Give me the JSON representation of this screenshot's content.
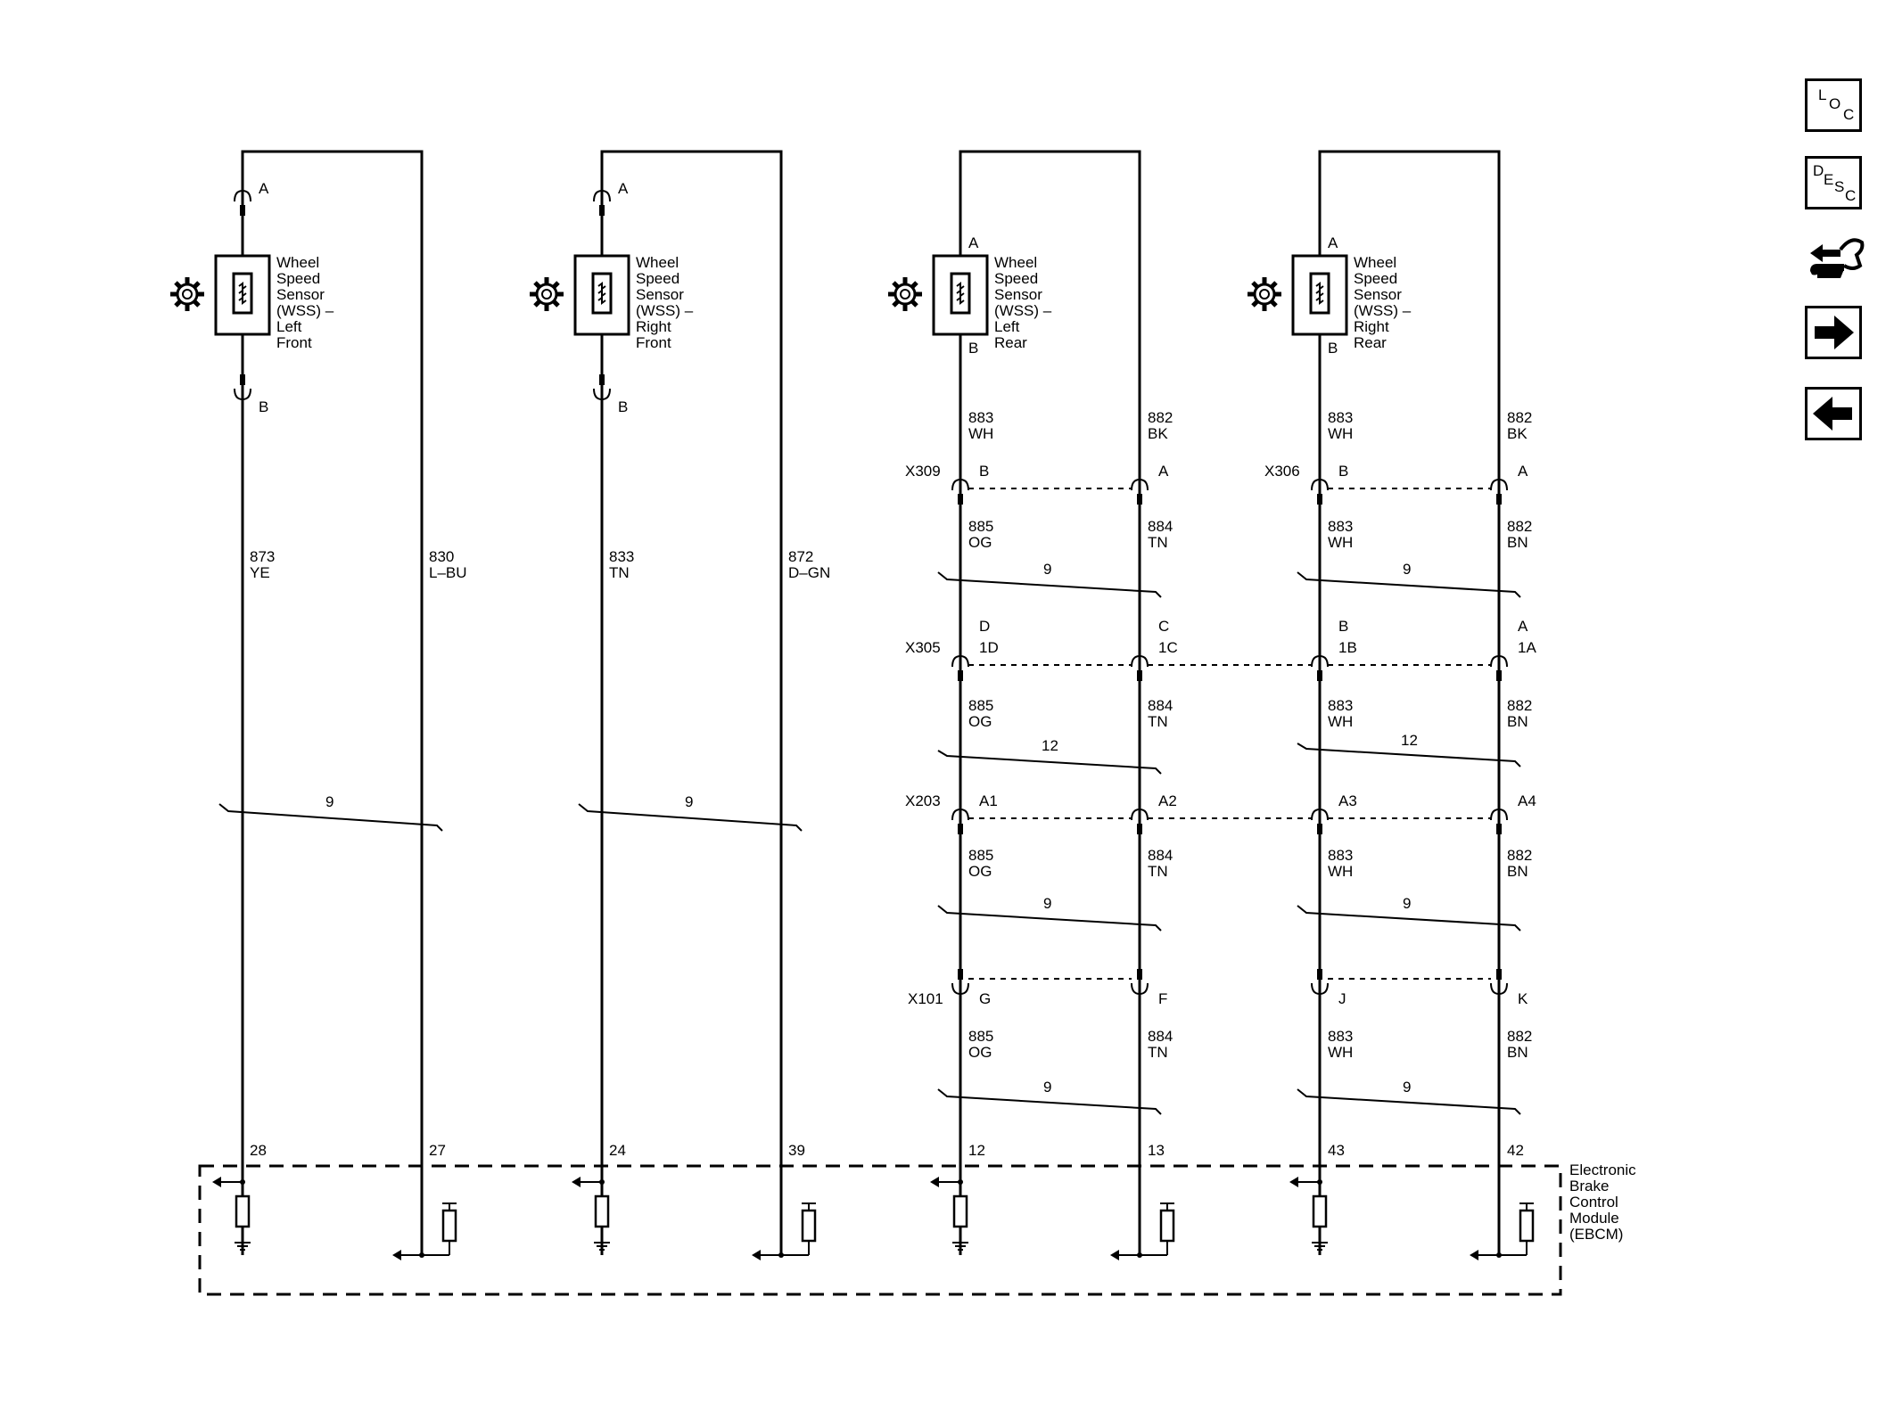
{
  "nav": {
    "loc": [
      "L",
      "O",
      "C"
    ],
    "desc": [
      "D",
      "E",
      "S",
      "C"
    ]
  },
  "sensors": [
    {
      "lines": [
        "Wheel",
        "Speed",
        "Sensor",
        "(WSS) –",
        "Left",
        "Front"
      ],
      "pin_top": "A",
      "pin_bottom": "B",
      "wire_left": [
        "873",
        "YE"
      ],
      "wire_right": [
        "830",
        "L–BU"
      ],
      "twist": "9",
      "pin_left": "28",
      "pin_right": "27"
    },
    {
      "lines": [
        "Wheel",
        "Speed",
        "Sensor",
        "(WSS) –",
        "Right",
        "Front"
      ],
      "pin_top": "A",
      "pin_bottom": "B",
      "wire_left": [
        "833",
        "TN"
      ],
      "wire_right": [
        "872",
        "D–GN"
      ],
      "twist": "9",
      "pin_left": "24",
      "pin_right": "39"
    },
    {
      "lines": [
        "Wheel",
        "Speed",
        "Sensor",
        "(WSS) –",
        "Left",
        "Rear"
      ],
      "pin_top": "A",
      "pin_bottom": "B",
      "pin_left": "12",
      "pin_right": "13"
    },
    {
      "lines": [
        "Wheel",
        "Speed",
        "Sensor",
        "(WSS) –",
        "Right",
        "Rear"
      ],
      "pin_top": "A",
      "pin_bottom": "B",
      "pin_left": "43",
      "pin_right": "42"
    }
  ],
  "rear_left": {
    "top_wires": [
      [
        "883",
        "WH"
      ],
      [
        "882",
        "BK"
      ]
    ],
    "x309": {
      "name": "X309",
      "pins": [
        "B",
        "A"
      ]
    },
    "seg1": [
      [
        "885",
        "OG"
      ],
      [
        "884",
        "TN"
      ]
    ],
    "twist1": "9",
    "x305": {
      "name": "X305",
      "pins": [
        "D",
        "C"
      ],
      "pins2": [
        "1D",
        "1C"
      ]
    },
    "seg2": [
      [
        "885",
        "OG"
      ],
      [
        "884",
        "TN"
      ]
    ],
    "twist2": "12",
    "x203": {
      "name": "X203",
      "pins": [
        "A1",
        "A2"
      ]
    },
    "seg3": [
      [
        "885",
        "OG"
      ],
      [
        "884",
        "TN"
      ]
    ],
    "twist3": "9",
    "x101": {
      "name": "X101",
      "pins": [
        "G",
        "F"
      ]
    },
    "seg4": [
      [
        "885",
        "OG"
      ],
      [
        "884",
        "TN"
      ]
    ],
    "twist4": "9"
  },
  "rear_right": {
    "top_wires": [
      [
        "883",
        "WH"
      ],
      [
        "882",
        "BK"
      ]
    ],
    "x306": {
      "name": "X306",
      "pins": [
        "B",
        "A"
      ]
    },
    "seg1": [
      [
        "883",
        "WH"
      ],
      [
        "882",
        "BN"
      ]
    ],
    "twist1": "9",
    "x305": {
      "pins": [
        "B",
        "A"
      ],
      "pins2": [
        "1B",
        "1A"
      ]
    },
    "seg2": [
      [
        "883",
        "WH"
      ],
      [
        "882",
        "BN"
      ]
    ],
    "twist2": "12",
    "x203": {
      "pins": [
        "A3",
        "A4"
      ]
    },
    "seg3": [
      [
        "883",
        "WH"
      ],
      [
        "882",
        "BN"
      ]
    ],
    "twist3": "9",
    "x101": {
      "pins": [
        "J",
        "K"
      ]
    },
    "seg4": [
      [
        "883",
        "WH"
      ],
      [
        "882",
        "BN"
      ]
    ],
    "twist4": "9"
  },
  "ebcm": [
    "Electronic",
    "Brake",
    "Control",
    "Module",
    "(EBCM)"
  ]
}
